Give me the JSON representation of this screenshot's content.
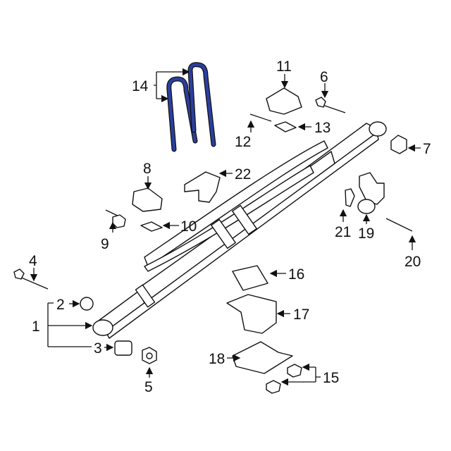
{
  "colors": {
    "highlight": "#2b3f9e",
    "ink": "#111111"
  },
  "callouts": [
    "1",
    "2",
    "3",
    "4",
    "5",
    "6",
    "7",
    "8",
    "9",
    "10",
    "11",
    "12",
    "13",
    "14",
    "15",
    "16",
    "17",
    "18",
    "19",
    "20",
    "21",
    "22"
  ]
}
